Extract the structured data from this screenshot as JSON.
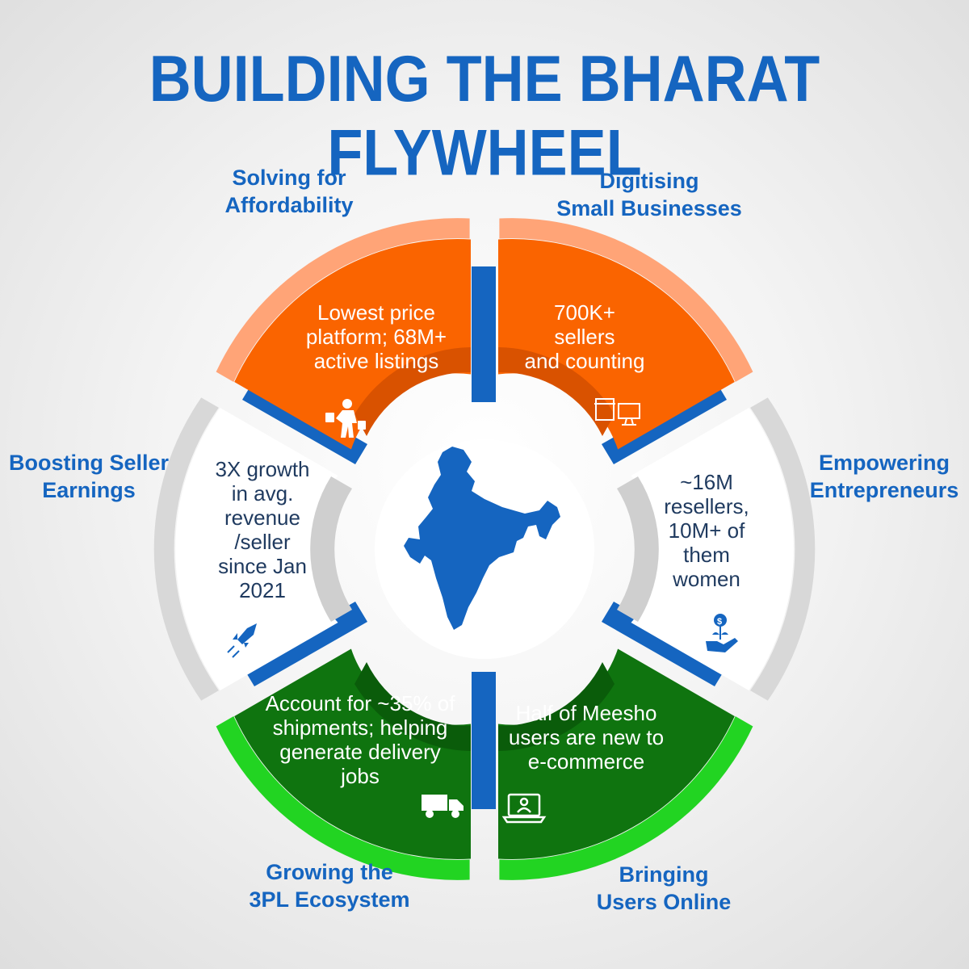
{
  "title": "BUILDING THE BHARAT FLYWHEEL",
  "colors": {
    "title_blue": "#1565c0",
    "orange_outer": "#ffa477",
    "orange_inner": "#fa6400",
    "orange_dark": "#d95200",
    "white_seg": "#ffffff",
    "grey_outer": "#d8d8d8",
    "grey_inner": "#cfcfcf",
    "green_outer": "#22d422",
    "green_inner": "#0f740f",
    "green_dark": "#0a5c0a",
    "separator_blue": "#1565c0",
    "map_blue": "#1565c0"
  },
  "segments": {
    "affordability": {
      "label_line1": "Solving for",
      "label_line2": "Affordability",
      "text_line1": "Lowest price",
      "text_line2": "platform; 68M+",
      "text_line3": "active listings",
      "icon": "shopper-with-bags-icon"
    },
    "digitising": {
      "label_line1": "Digitising",
      "label_line2": "Small Businesses",
      "text_line1": "700K+",
      "text_line2": "sellers",
      "text_line3": "and counting",
      "icon": "shop-computer-icon"
    },
    "empowering": {
      "label_line1": "Empowering",
      "label_line2": "Entrepreneurs",
      "text_line1": "~16M",
      "text_line2": "resellers,",
      "text_line3": "10M+ of",
      "text_line4": "them",
      "text_line5": "women",
      "icon": "money-plant-hand-icon"
    },
    "users_online": {
      "label_line1": "Bringing",
      "label_line2": "Users Online",
      "text_line1": "Half of Meesho",
      "text_line2": "users are new to",
      "text_line3": "e-commerce",
      "icon": "laptop-user-icon"
    },
    "threepl": {
      "label_line1": "Growing the",
      "label_line2": "3PL Ecosystem",
      "text_line1": "Account for ~35% of",
      "text_line2": "shipments; helping",
      "text_line3": "generate delivery",
      "text_line4": "jobs",
      "icon": "delivery-truck-icon"
    },
    "seller_earnings": {
      "label_line1": "Boosting Seller",
      "label_line2": "Earnings",
      "text_line1": "3X growth",
      "text_line2": "in avg.",
      "text_line3": "revenue",
      "text_line4": "/seller",
      "text_line5": "since Jan",
      "text_line6": "2021",
      "icon": "rocket-icon"
    }
  },
  "center_icon": "india-map-icon"
}
